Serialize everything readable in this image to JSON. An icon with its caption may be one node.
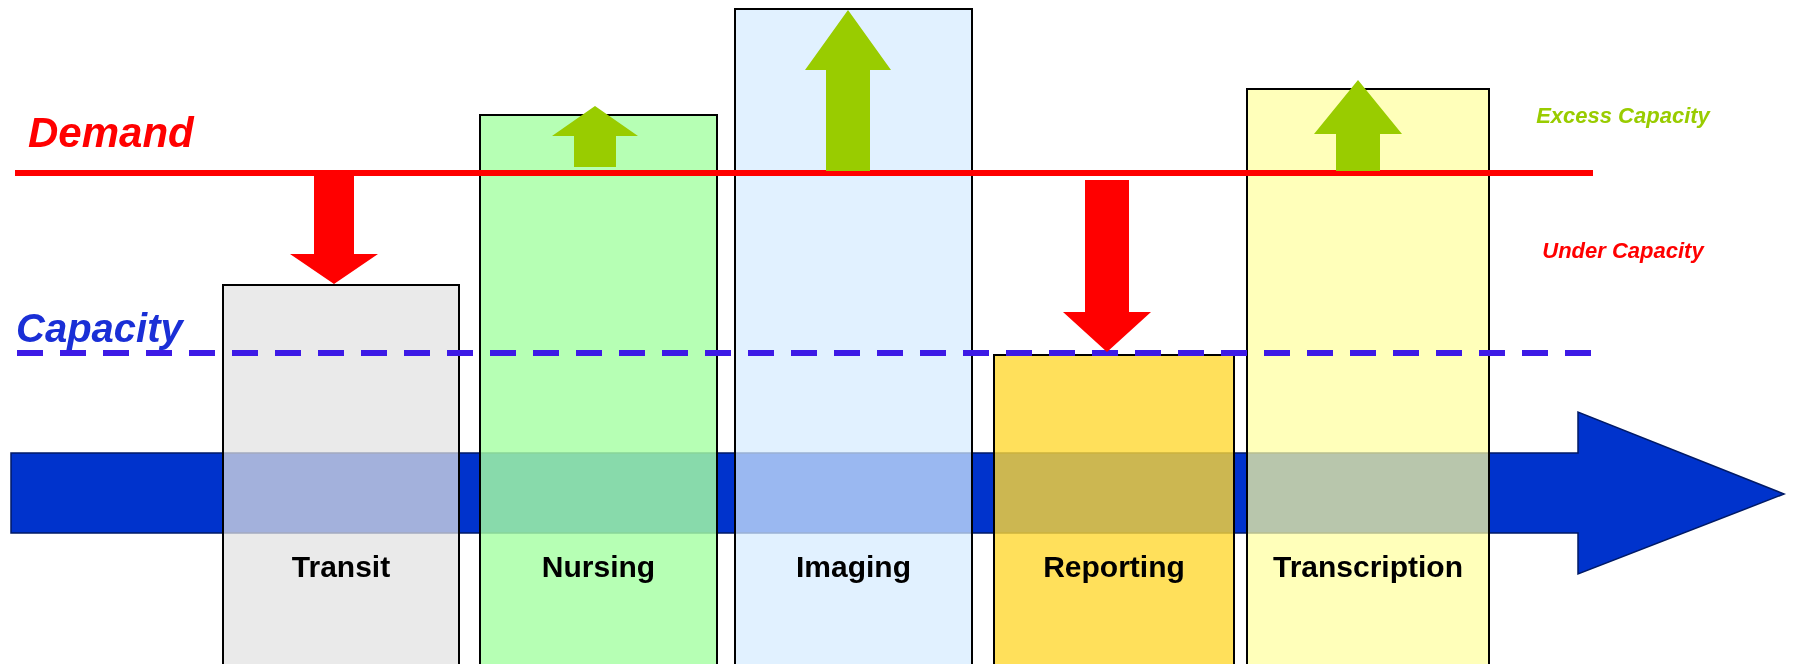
{
  "diagram": {
    "nodes": [
      {
        "text": [
          "Transit"
        ]
      },
      {
        "text": [
          "Nursing"
        ]
      },
      {
        "text": [
          "Imaging"
        ]
      },
      {
        "text": [
          "Reporting"
        ]
      },
      {
        "text": [
          "Transcription"
        ]
      }
    ],
    "labels": [
      "Demand",
      "Capacity",
      "Excess Capacity",
      "Under Capacity"
    ]
  }
}
